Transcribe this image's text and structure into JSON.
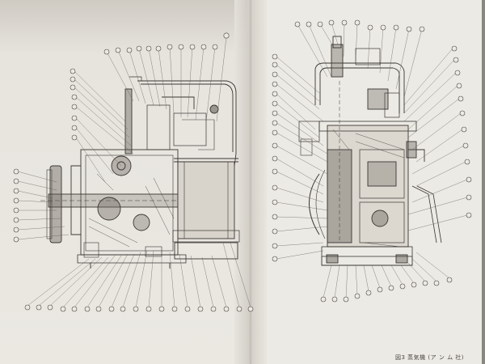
{
  "photo": {
    "subject": "open-book-spread",
    "paper_color": "#e9e6e0",
    "ink_color": "#3a3632",
    "caption": "図3  蒸気機 (ア ン ム 社)"
  },
  "left_page": {
    "figure": "sectional-drawing-governor-side",
    "callouts": 48
  },
  "right_page": {
    "figure": "sectional-drawing-engine-cylinder",
    "callouts": 56
  }
}
